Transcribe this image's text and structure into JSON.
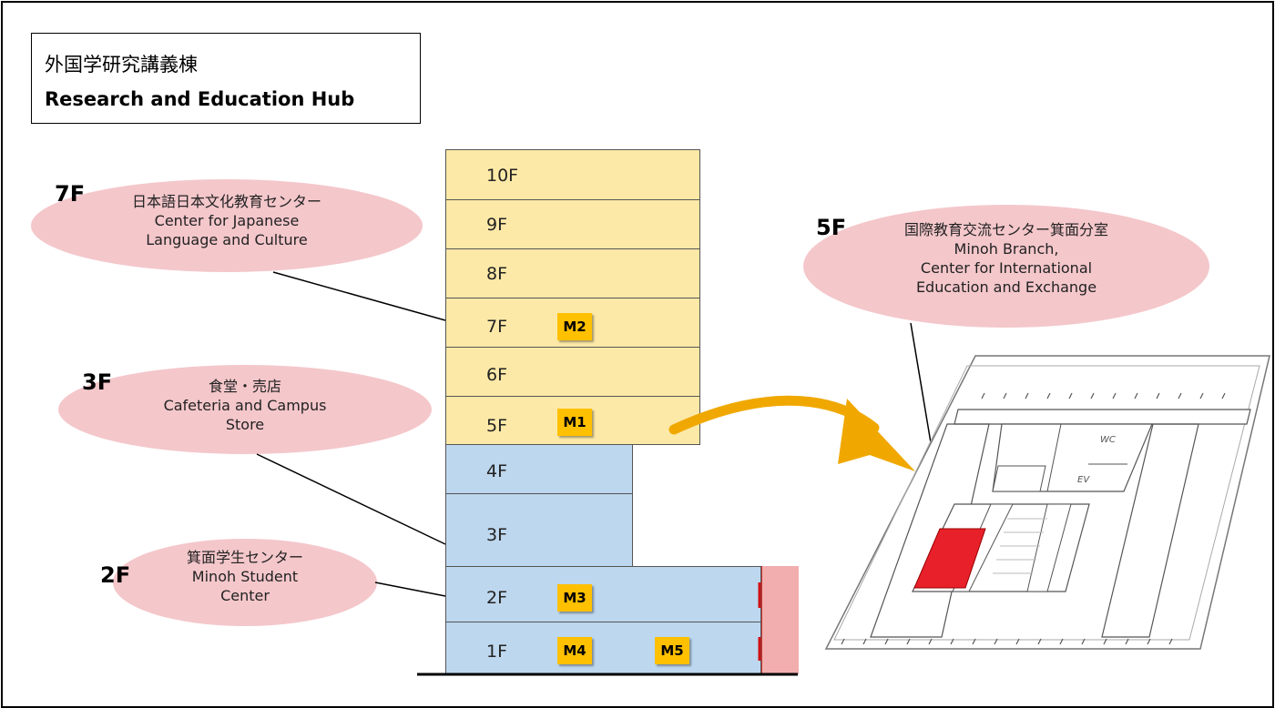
{
  "header": {
    "title_jp": "外国学研究講義棟",
    "title_en": "Research and Education Hub"
  },
  "floors": [
    {
      "label": "10F"
    },
    {
      "label": "9F"
    },
    {
      "label": "8F"
    },
    {
      "label": "7F"
    },
    {
      "label": "6F"
    },
    {
      "label": "5F"
    },
    {
      "label": "4F"
    },
    {
      "label": "3F"
    },
    {
      "label": "2F"
    },
    {
      "label": "1F"
    }
  ],
  "markers": {
    "m1": "M1",
    "m2": "M2",
    "m3": "M3",
    "m4": "M4",
    "m5": "M5"
  },
  "callouts": {
    "c7f": {
      "floor": "7F",
      "line1": "日本語日本文化教育センター",
      "line2": "Center for Japanese",
      "line3": "Language and Culture"
    },
    "c3f": {
      "floor": "3F",
      "line1": "食堂・売店",
      "line2": "Cafeteria and Campus",
      "line3": "Store"
    },
    "c2f": {
      "floor": "2F",
      "line1": "箕面学生センター",
      "line2": "Minoh Student",
      "line3": "Center"
    },
    "c5f": {
      "floor": "5F",
      "line1": "国際教育交流センター箕面分室",
      "line2": "Minoh Branch,",
      "line3": "Center for International",
      "line4": "Education and Exchange"
    }
  },
  "floorplan": {
    "wc_label": "WC",
    "ev_label": "EV",
    "highlight_color": "#e8202a"
  },
  "colors": {
    "upper_floors": "#fde9a7",
    "lower_floors": "#bdd7ee",
    "callout_bubble": "#f4c7cb",
    "marker": "#ffc000",
    "arrow": "#f0a800"
  }
}
